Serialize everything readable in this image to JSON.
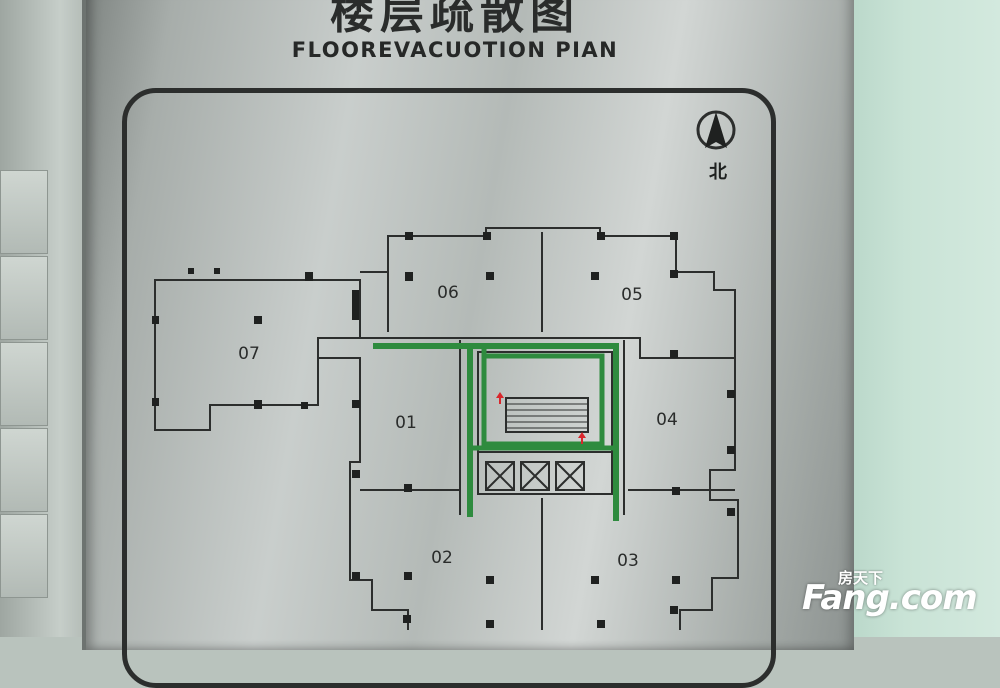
{
  "sign": {
    "title_cn": "楼层疏散图",
    "title_en": "FLOOREVACUOTION PIAN",
    "north_label": "北"
  },
  "rooms": [
    {
      "id": "r07",
      "label": "07"
    },
    {
      "id": "r06",
      "label": "06"
    },
    {
      "id": "r05",
      "label": "05"
    },
    {
      "id": "r01",
      "label": "01"
    },
    {
      "id": "r04",
      "label": "04"
    },
    {
      "id": "r02",
      "label": "02"
    },
    {
      "id": "r03",
      "label": "03"
    }
  ],
  "watermark": {
    "cn": "房天下",
    "en": "Fang.com"
  },
  "colors": {
    "evacuation_route": "#2e8b3e",
    "plate_line": "#2c2e2d",
    "exit_arrow": "#d9262c"
  }
}
